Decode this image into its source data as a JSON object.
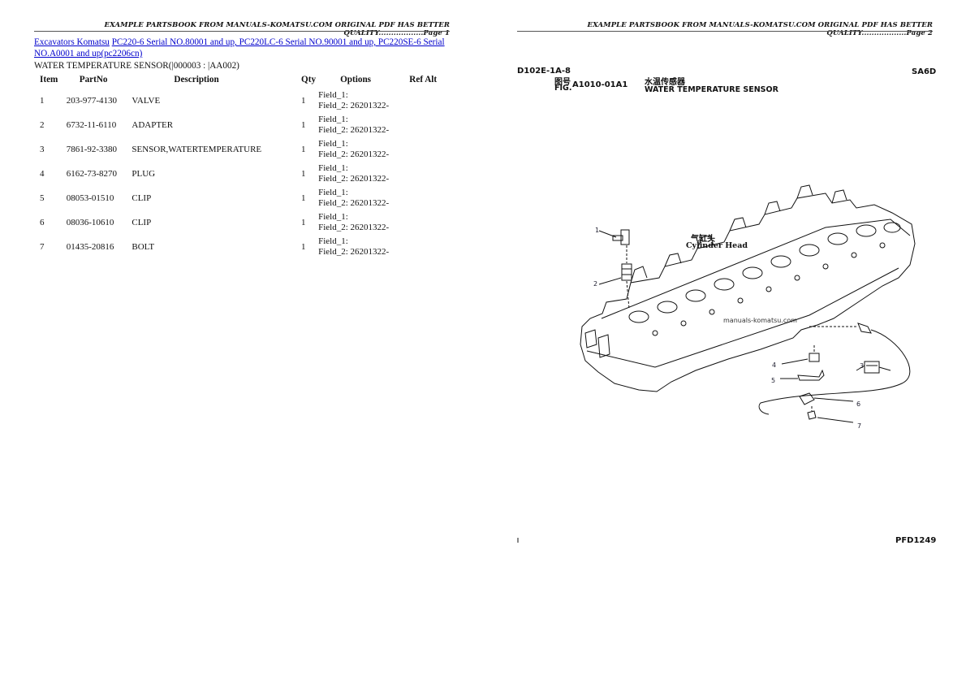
{
  "left_page": {
    "header": "EXAMPLE PARTSBOOK FROM MANUALS-KOMATSU.COM ORIGINAL PDF HAS BETTER QUALITY..................Page 1",
    "breadcrumb": {
      "link1": "Excavators Komatsu",
      "link2": "PC220-6 Serial NO.80001 and up, PC220LC-6 Serial NO.90001 and up, PC220SE-6 Serial NO.A0001 and up(pc2206cn)"
    },
    "subtitle": "WATER TEMPERATURE SENSOR(|000003 : |AA002)",
    "columns": [
      "Item",
      "PartNo",
      "Description",
      "Qty",
      "Options",
      "Ref Alt"
    ],
    "rows": [
      {
        "item": "1",
        "part_no": "203-977-4130",
        "description": "VALVE",
        "qty": "1",
        "opt1": "Field_1:",
        "opt2": "Field_2: 26201322-"
      },
      {
        "item": "2",
        "part_no": "6732-11-6110",
        "description": "ADAPTER",
        "qty": "1",
        "opt1": "Field_1:",
        "opt2": "Field_2: 26201322-"
      },
      {
        "item": "3",
        "part_no": "7861-92-3380",
        "description": "SENSOR,WATERTEMPERATURE",
        "qty": "1",
        "opt1": "Field_1:",
        "opt2": "Field_2: 26201322-"
      },
      {
        "item": "4",
        "part_no": "6162-73-8270",
        "description": "PLUG",
        "qty": "1",
        "opt1": "Field_1:",
        "opt2": "Field_2: 26201322-"
      },
      {
        "item": "5",
        "part_no": "08053-01510",
        "description": "CLIP",
        "qty": "1",
        "opt1": "Field_1:",
        "opt2": "Field_2: 26201322-"
      },
      {
        "item": "6",
        "part_no": "08036-10610",
        "description": "CLIP",
        "qty": "1",
        "opt1": "Field_1:",
        "opt2": "Field_2: 26201322-"
      },
      {
        "item": "7",
        "part_no": "01435-20816",
        "description": "BOLT",
        "qty": "1",
        "opt1": "Field_1:",
        "opt2": "Field_2: 26201322-"
      }
    ]
  },
  "right_page": {
    "header": "EXAMPLE PARTSBOOK FROM MANUALS-KOMATSU.COM ORIGINAL PDF HAS BETTER QUALITY..................Page 2",
    "drawing": {
      "code_top_left": "D102E-1A-8",
      "fig_cn": "图号",
      "fig_label": "FIG.",
      "fig_number": "A1010-01A1",
      "title_cn": "水温传感器",
      "title_en": "WATER TEMPERATURE SENSOR",
      "code_top_right": "SA6D",
      "head_cn": "气缸头",
      "head_en": "Cylinder Head",
      "watermark": "manuals-komatsu.com",
      "code_bottom_right": "PFD1249",
      "callouts": [
        "1",
        "2",
        "3",
        "4",
        "5",
        "6",
        "7"
      ]
    }
  }
}
